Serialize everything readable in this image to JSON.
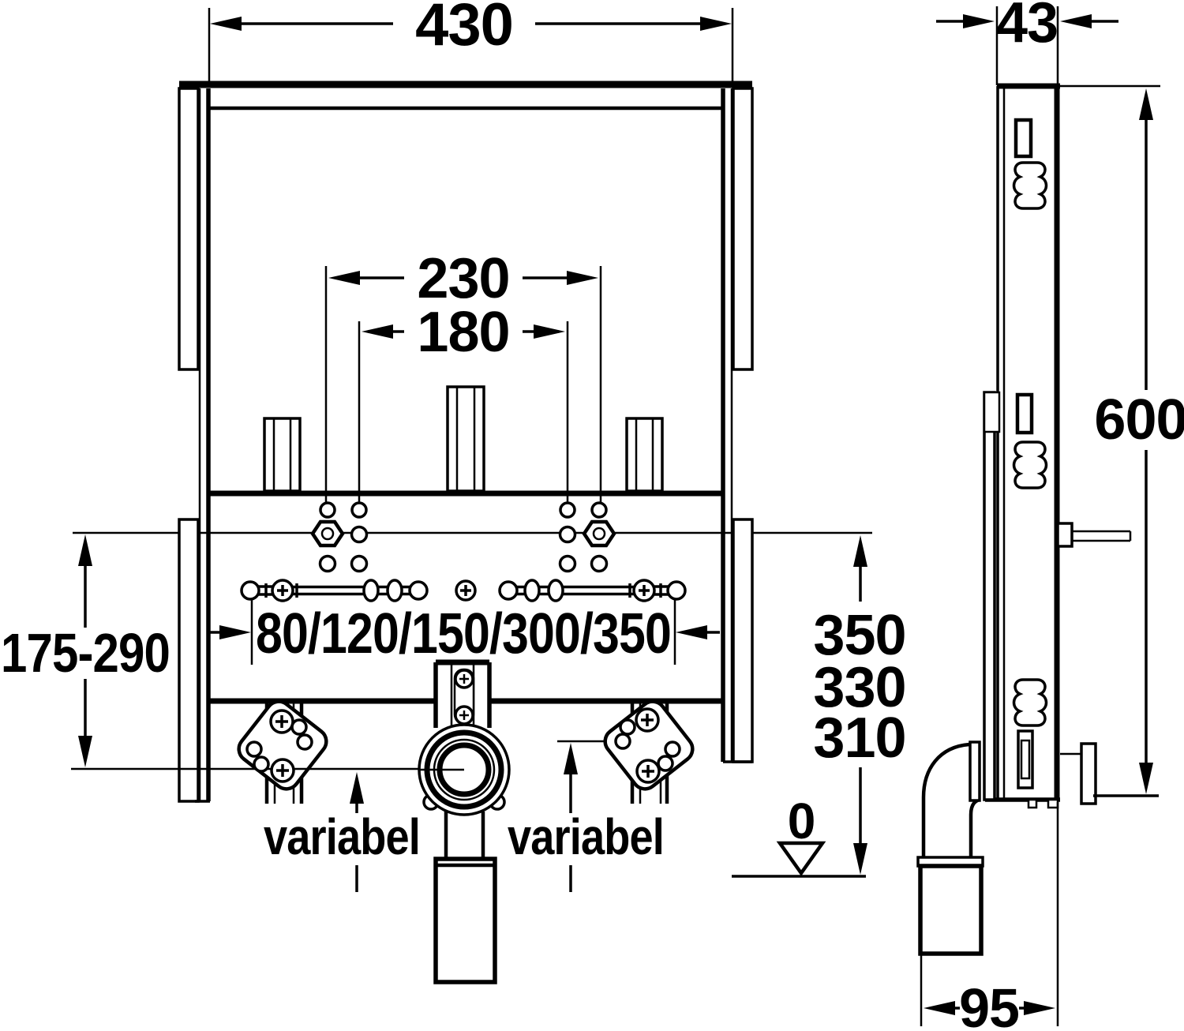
{
  "drawing": {
    "title": "installation-frame-dimension-drawing",
    "colors": {
      "line": "#000000",
      "background": "#ffffff"
    },
    "front_view": {
      "frame_width": "430",
      "anchor_spacing_outer": "230",
      "anchor_spacing_inner": "180",
      "height_range": "175-290",
      "rail_hole_positions": "80/120/150/300/350",
      "variable_left": "variabel",
      "variable_right": "variabel",
      "outlet_height_options": [
        "350",
        "330",
        "310"
      ],
      "floor_datum": "0"
    },
    "side_view": {
      "profile_depth": "43",
      "frame_height": "600",
      "outlet_depth": "95"
    }
  }
}
